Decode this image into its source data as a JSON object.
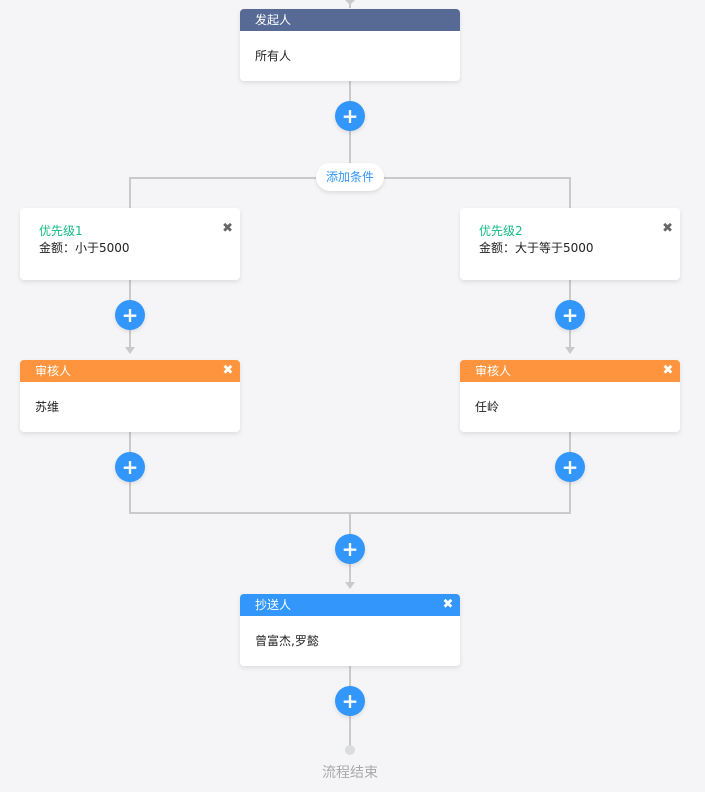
{
  "starter": {
    "title": "发起人",
    "content": "所有人"
  },
  "add_condition_label": "添加条件",
  "conditions": [
    {
      "title": "优先级1",
      "content": "金额：小于5000",
      "close": "✖"
    },
    {
      "title": "优先级2",
      "content": "金额：大于等于5000",
      "close": "✖"
    }
  ],
  "approvers": [
    {
      "title": "审核人",
      "content": "苏维",
      "close": "✖"
    },
    {
      "title": "审核人",
      "content": "任岭",
      "close": "✖"
    }
  ],
  "notifier": {
    "title": "抄送人",
    "content": "曾富杰,罗懿",
    "close": "✖"
  },
  "add_icon": "+",
  "end_label": "流程结束",
  "colors": {
    "starter_header": "#576a95",
    "approver_header": "#ff943e",
    "notifier_header": "#3296fa",
    "add_button": "#3296fa",
    "condition_title": "#15bc83",
    "connector": "#cacaca"
  }
}
